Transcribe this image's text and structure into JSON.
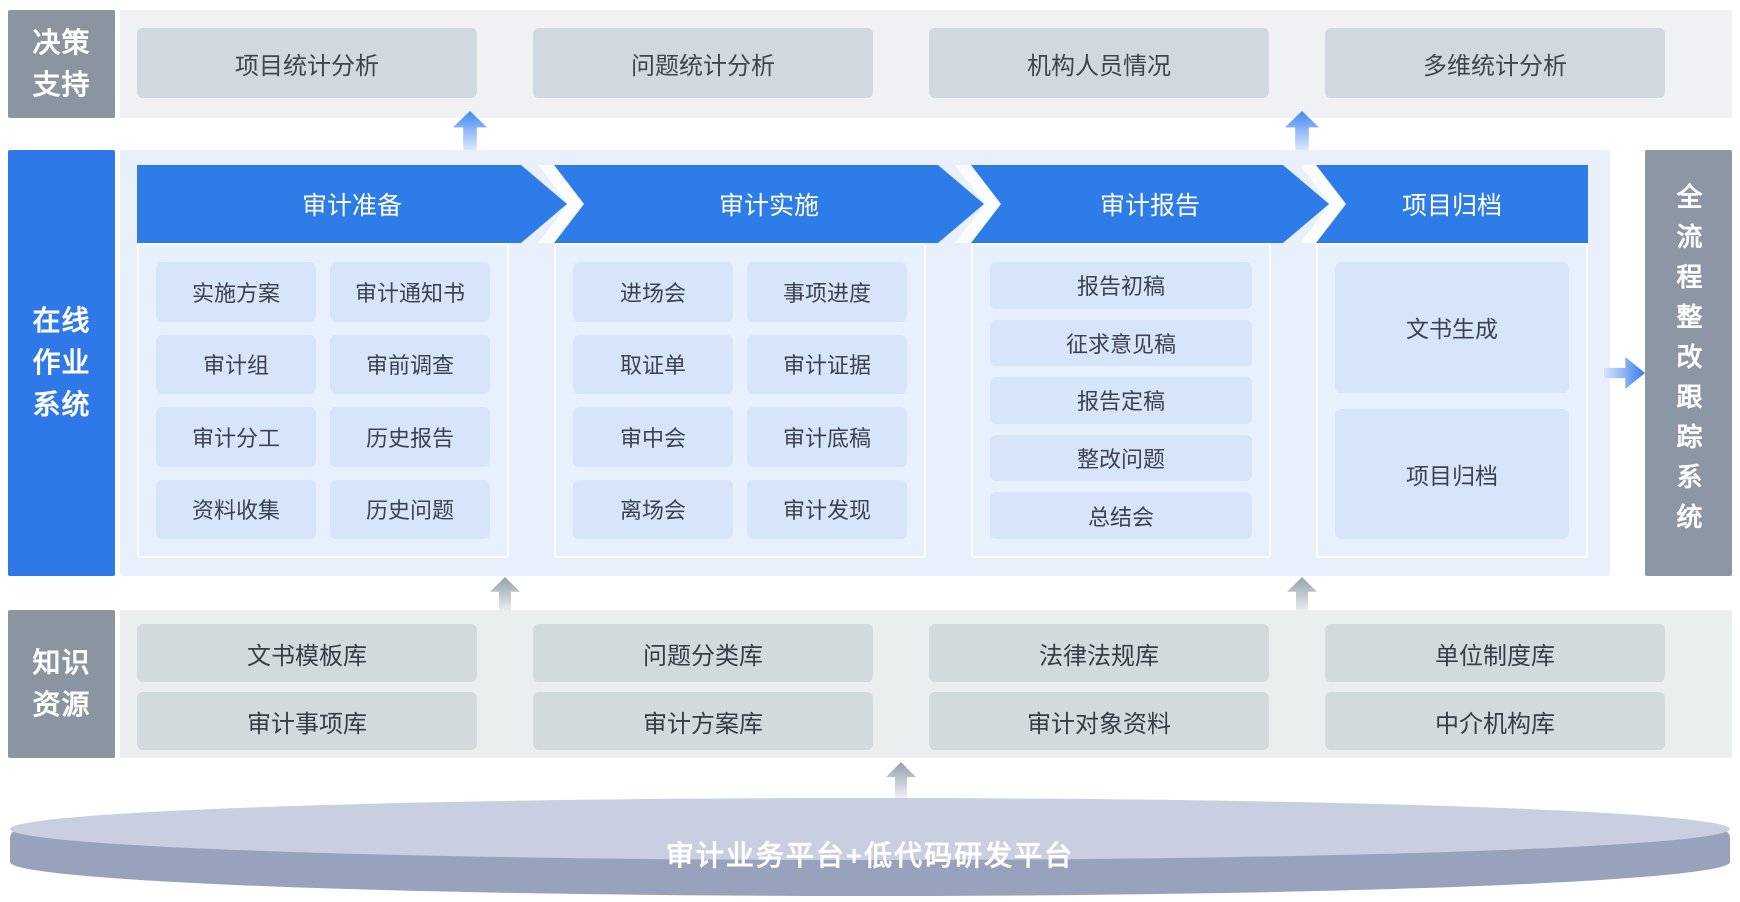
{
  "decision": {
    "label": "决策支持",
    "items": [
      "项目统计分析",
      "问题统计分析",
      "机构人员情况",
      "多维统计分析"
    ]
  },
  "online": {
    "label": "在线作业系统",
    "stages": [
      {
        "title": "审计准备",
        "items": [
          "实施方案",
          "审计通知书",
          "审计组",
          "审前调查",
          "审计分工",
          "历史报告",
          "资料收集",
          "历史问题"
        ]
      },
      {
        "title": "审计实施",
        "items": [
          "进场会",
          "事项进度",
          "取证单",
          "审计证据",
          "审中会",
          "审计底稿",
          "离场会",
          "审计发现"
        ]
      },
      {
        "title": "审计报告",
        "items": [
          "报告初稿",
          "征求意见稿",
          "报告定稿",
          "整改问题",
          "总结会"
        ]
      },
      {
        "title": "项目归档",
        "items": [
          "文书生成",
          "项目归档"
        ]
      }
    ]
  },
  "tracking": {
    "label": "全流程整改跟踪系统"
  },
  "knowledge": {
    "label": "知识资源",
    "rows": [
      [
        "文书模板库",
        "问题分类库",
        "法律法规库",
        "单位制度库"
      ],
      [
        "审计事项库",
        "审计方案库",
        "审计对象资料",
        "中介机构库"
      ]
    ]
  },
  "platform": {
    "label": "审计业务平台+低代码研发平台"
  },
  "colors": {
    "accent_blue": "#2e7ce8",
    "label_gray": "#8b95a0",
    "tracking_gray": "#8d96a5",
    "top_band": "#eff1f4",
    "knowledge_band": "#ebeeef",
    "container_blue": "#e9f0fc",
    "panel_blue": "#e7f0fd",
    "chip_blue": "#d7e5fa",
    "chip_gray": "#d3dadd",
    "platform_top": "#c9cfe1",
    "platform_band": "#99a2bd"
  }
}
